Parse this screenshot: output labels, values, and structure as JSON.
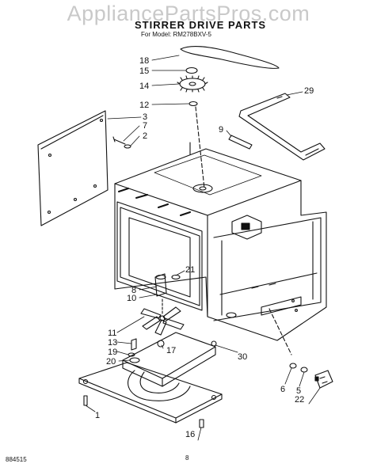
{
  "watermark": "AppliancePartsPros.com",
  "title": "STIRRER DRIVE PARTS",
  "model": "For Model: RM278BXV-5",
  "footer": {
    "left_code": "884515",
    "page_number": "8"
  },
  "callouts": [
    "18",
    "15",
    "14",
    "12",
    "3",
    "7",
    "2",
    "9",
    "29",
    "21",
    "8",
    "10",
    "11",
    "13",
    "19",
    "20",
    "17",
    "30",
    "6",
    "5",
    "22",
    "1",
    "16"
  ]
}
